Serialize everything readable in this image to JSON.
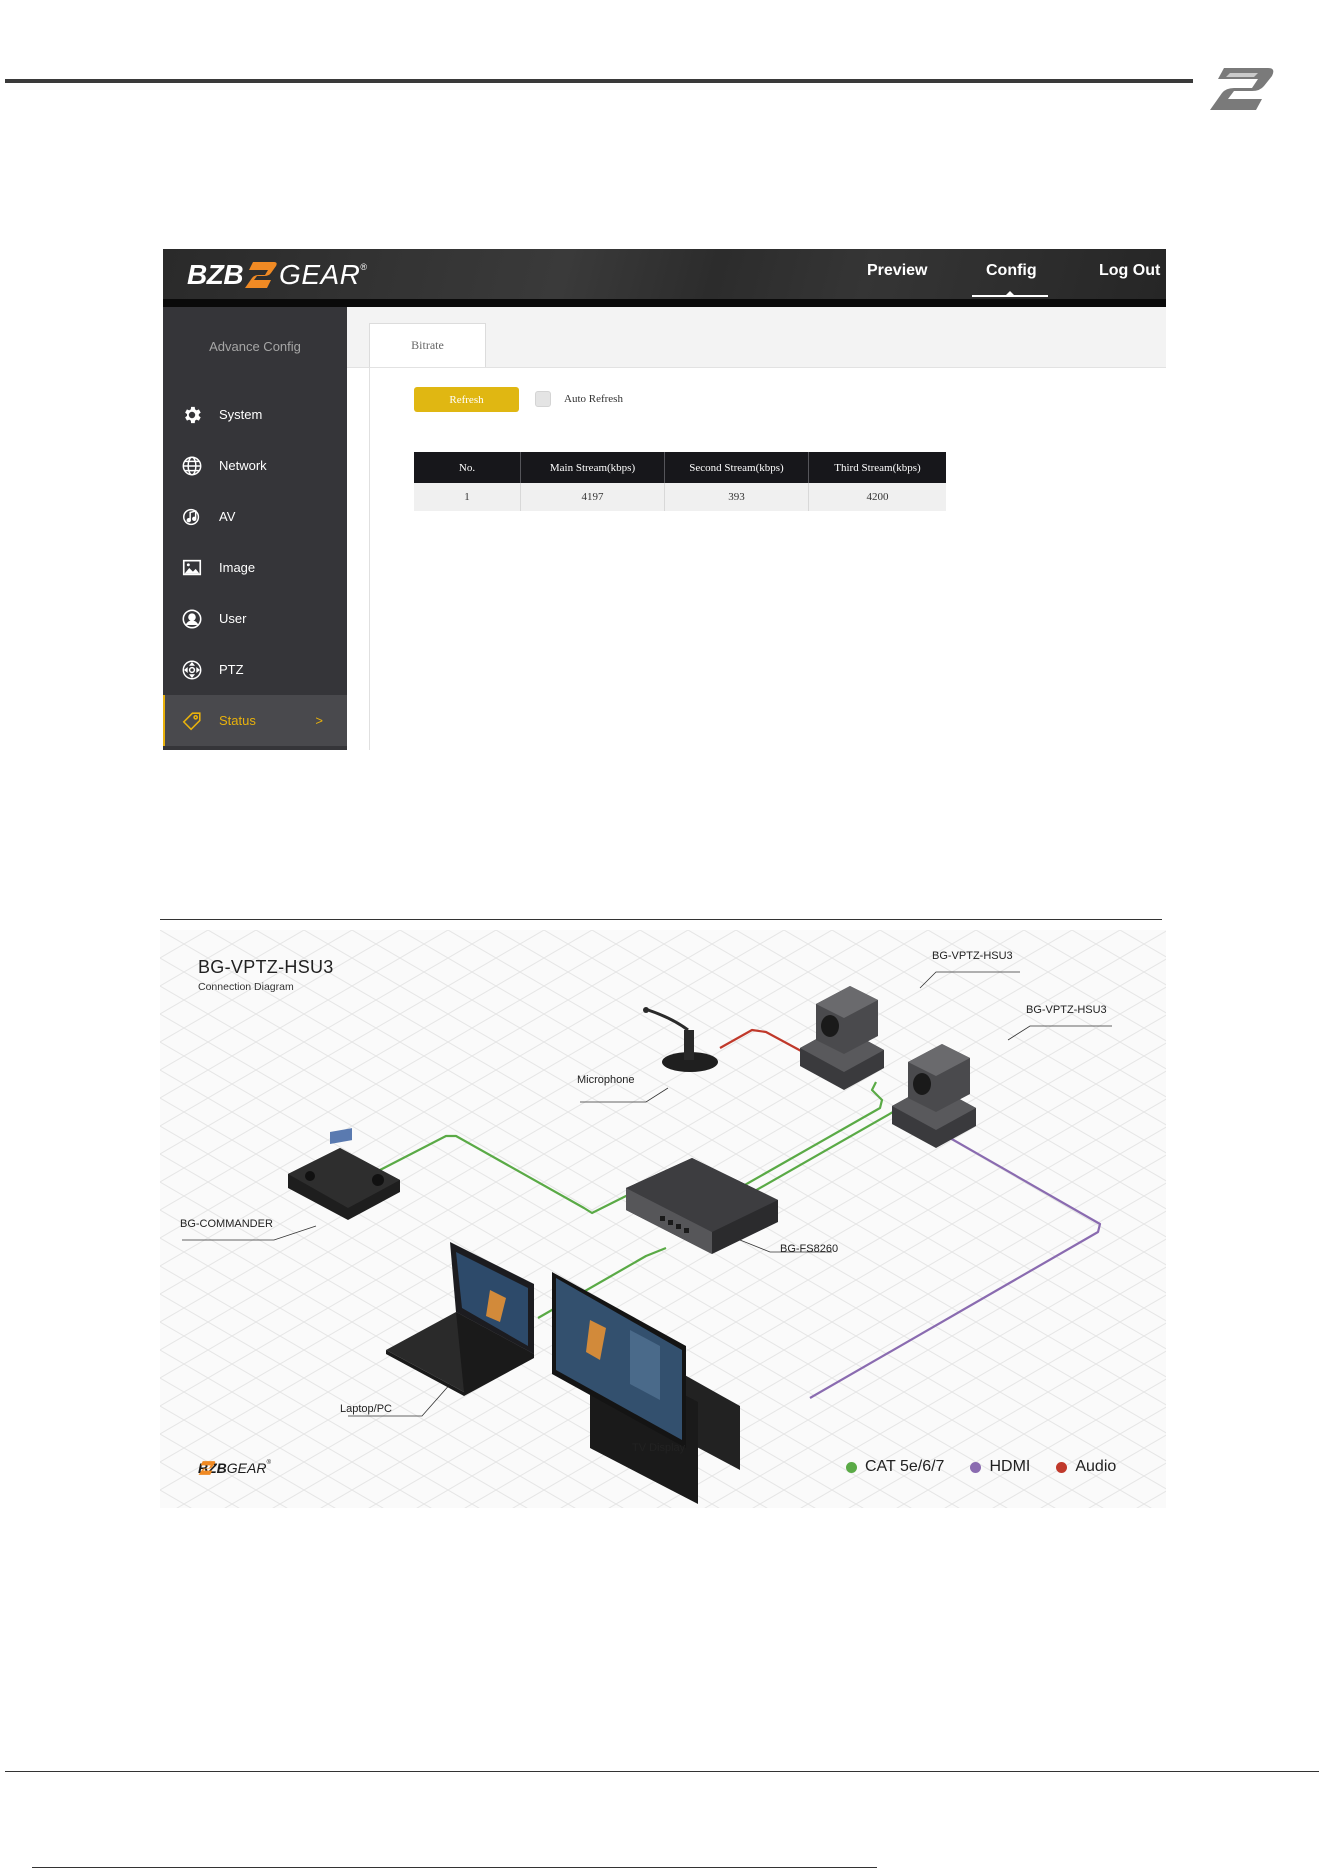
{
  "ui": {
    "brand": {
      "prefix": "BZB",
      "suffix": "GEAR",
      "registered": "®"
    },
    "nav": {
      "preview": "Preview",
      "config": "Config",
      "logout": "Log Out"
    },
    "sidebar": {
      "section_title": "Advance Config",
      "items": [
        {
          "label": "System",
          "icon": "gear-icon"
        },
        {
          "label": "Network",
          "icon": "globe-icon"
        },
        {
          "label": "AV",
          "icon": "av-icon"
        },
        {
          "label": "Image",
          "icon": "image-icon"
        },
        {
          "label": "User",
          "icon": "user-icon"
        },
        {
          "label": "PTZ",
          "icon": "ptz-icon"
        },
        {
          "label": "Status",
          "icon": "tag-icon",
          "active": true,
          "chevron": ">"
        }
      ]
    },
    "tabs": [
      {
        "label": "Bitrate",
        "active": true
      }
    ],
    "toolbar": {
      "refresh_label": "Refresh",
      "auto_refresh_label": "Auto Refresh",
      "auto_refresh_checked": false
    },
    "table": {
      "headers": [
        "No.",
        "Main Stream(kbps)",
        "Second Stream(kbps)",
        "Third Stream(kbps)"
      ],
      "rows": [
        [
          "1",
          "4197",
          "393",
          "4200"
        ]
      ]
    },
    "colors": {
      "accent": "#e0b712",
      "header_bg": "#2e2e2e",
      "sidebar_bg": "#353539"
    }
  },
  "diagram": {
    "title": "BG-VPTZ-HSU3",
    "subtitle": "Connection Diagram",
    "labels": {
      "camera_1": "BG-VPTZ-HSU3",
      "camera_2": "BG-VPTZ-HSU3",
      "microphone": "Microphone",
      "commander": "BG-COMMANDER",
      "switch": "BG-FS8260",
      "laptop": "Laptop/PC",
      "tv": "TV Display"
    },
    "brand": {
      "prefix": "BZB",
      "suffix": "GEAR",
      "registered": "®"
    },
    "legend": [
      {
        "label": "CAT 5e/6/7",
        "color": "#5aaa46"
      },
      {
        "label": "HDMI",
        "color": "#8a6bb0"
      },
      {
        "label": "Audio",
        "color": "#c0392b"
      }
    ]
  }
}
